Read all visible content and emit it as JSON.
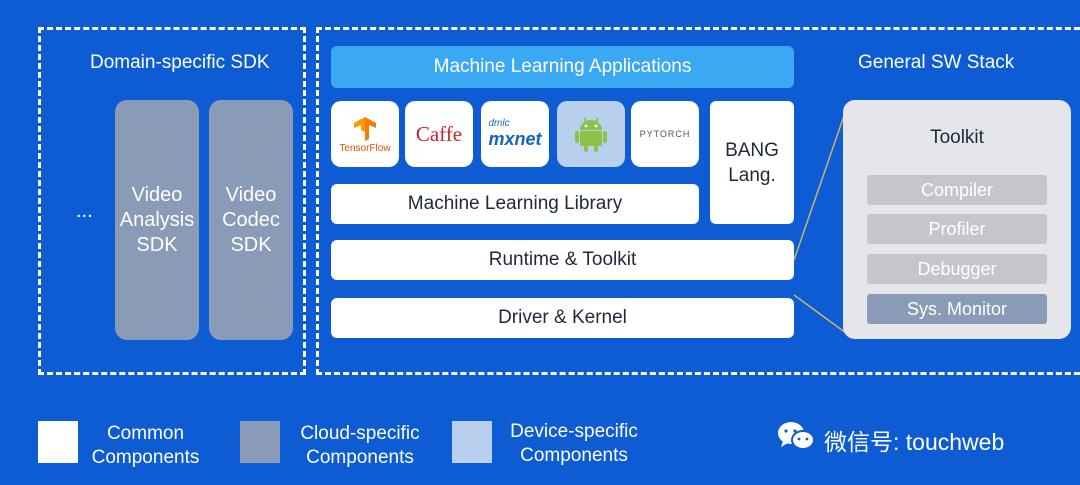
{
  "domain_sdk": {
    "title": "Domain-specific SDK",
    "ellipsis": "...",
    "cards": [
      {
        "line1": "Video",
        "line2": "Analysis",
        "line3": "SDK"
      },
      {
        "line1": "Video",
        "line2": "Codec",
        "line3": "SDK"
      }
    ]
  },
  "stack": {
    "ml_apps": "Machine Learning Applications",
    "frameworks": {
      "tensorflow": "TensorFlow",
      "caffe": "Caffe",
      "mxnet_small": "dmlc",
      "mxnet": "mxnet",
      "pytorch": "PYTORCH"
    },
    "bang_line1": "BANG",
    "bang_line2": "Lang.",
    "ml_library": "Machine Learning Library",
    "runtime": "Runtime & Toolkit",
    "driver": "Driver & Kernel"
  },
  "general_sw": {
    "title": "General SW Stack",
    "toolkit_title": "Toolkit",
    "tools": [
      "Compiler",
      "Profiler",
      "Debugger",
      "Sys. Monitor"
    ]
  },
  "legend": {
    "common_line1": "Common",
    "common_line2": "Components",
    "cloud_line1": "Cloud-specific",
    "cloud_line2": "Components",
    "device_line1": "Device-specific",
    "device_line2": "Components"
  },
  "watermark": "微信号: touchweb",
  "colors": {
    "background": "#0d5cd4",
    "common": "#ffffff",
    "cloud": "#8a9bb8",
    "device": "#b8d0ee",
    "ml_apps_bar": "#3aa8f2",
    "tool_row": "#c4c6cb",
    "tool_row_active": "#8a9bb8"
  }
}
